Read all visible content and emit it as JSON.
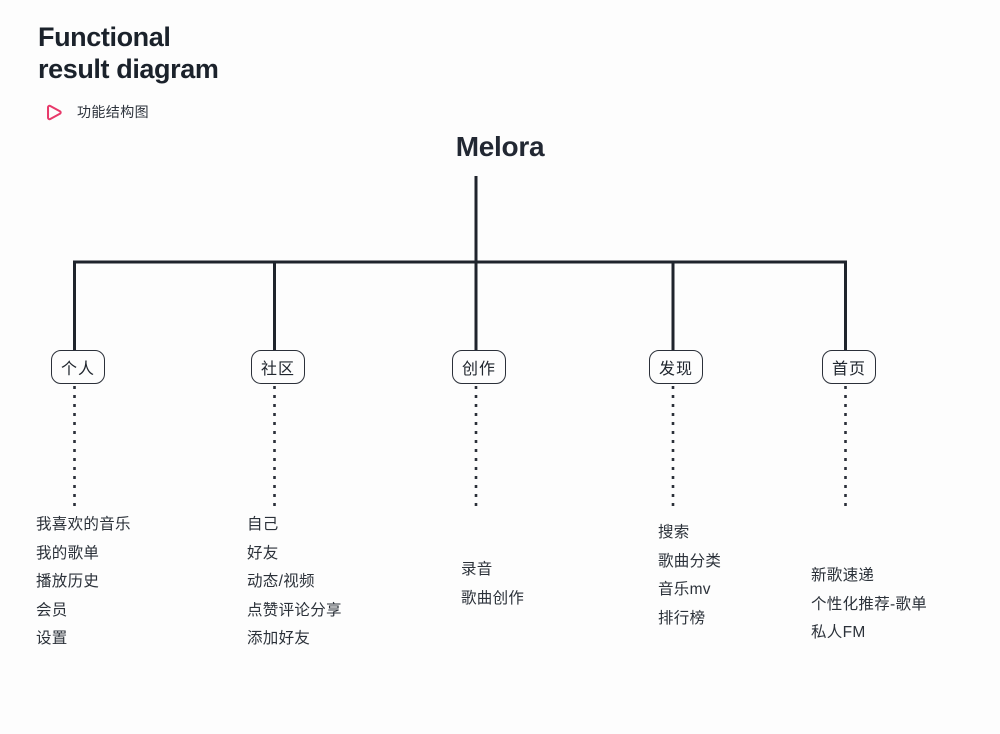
{
  "header": {
    "title": "Functional\nresult diagram",
    "icon": "play-triangle-icon",
    "icon_color": "#e8396a",
    "subtitle": "功能结构图"
  },
  "diagram": {
    "root": {
      "label": "Melora"
    },
    "branches": [
      {
        "id": "personal",
        "node_label": "个人",
        "leaves": [
          "我喜欢的音乐",
          "我的歌单",
          "播放历史",
          "会员",
          "设置"
        ]
      },
      {
        "id": "community",
        "node_label": "社区",
        "leaves": [
          "自己",
          "好友",
          "动态/视频",
          "点赞评论分享",
          "添加好友"
        ]
      },
      {
        "id": "create",
        "node_label": "创作",
        "leaves": [
          "录音",
          "歌曲创作"
        ]
      },
      {
        "id": "discover",
        "node_label": "发现",
        "leaves": [
          "搜索",
          "歌曲分类",
          "音乐mv",
          "排行榜"
        ]
      },
      {
        "id": "home",
        "node_label": "首页",
        "leaves": [
          "新歌速递",
          "个性化推荐-歌单",
          "私人FM"
        ]
      }
    ]
  },
  "colors": {
    "background": "#fdfdfd",
    "ink": "#22272f",
    "line": "#1f242c",
    "accent": "#e8396a"
  }
}
